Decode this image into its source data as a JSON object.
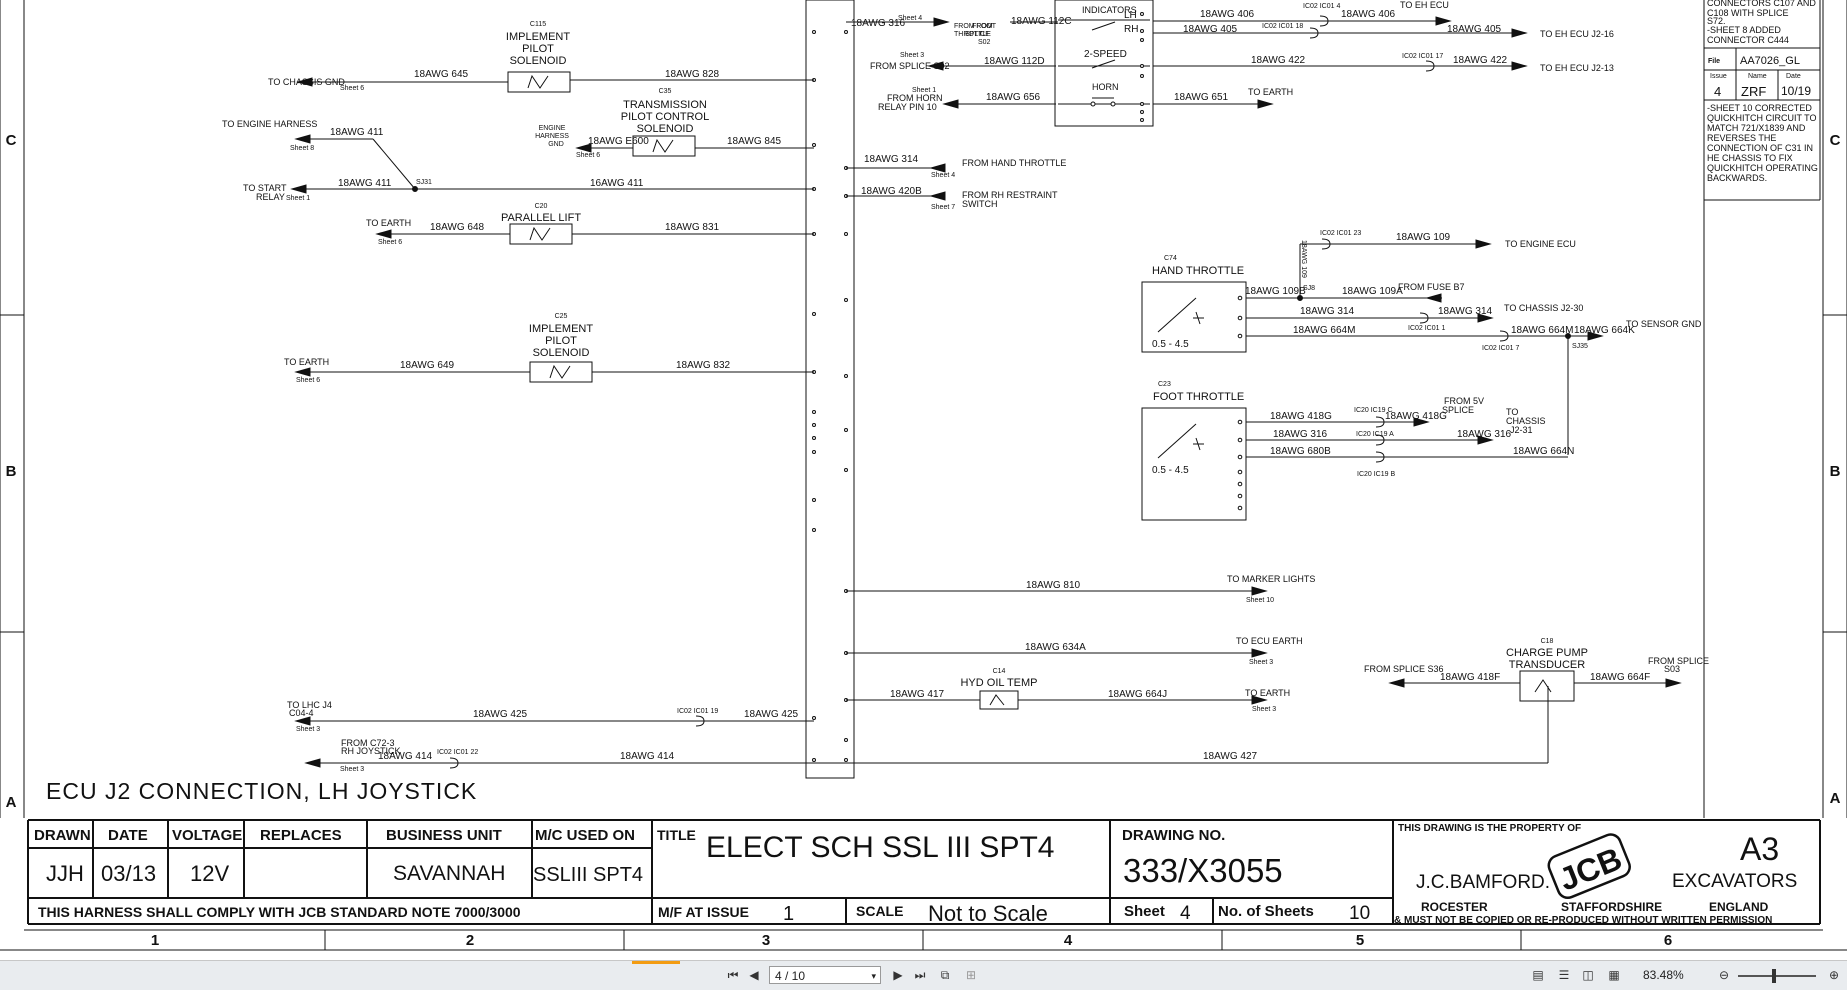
{
  "drawing": {
    "row_markers": [
      "C",
      "B",
      "A"
    ],
    "col_markers": [
      "1",
      "2",
      "3",
      "4",
      "5",
      "6"
    ],
    "section_title": "ECU J2 CONNECTION, LH JOYSTICK"
  },
  "left_components": {
    "c115": {
      "ref": "C115",
      "l1": "IMPLEMENT",
      "l2": "PILOT",
      "l3": "SOLENOID",
      "w1": "18AWG 645",
      "w2": "18AWG 828",
      "dest": "TO CHASSIS GND",
      "sheet": "Sheet 6"
    },
    "c35": {
      "ref": "C35",
      "l1": "TRANSMISSION",
      "l2": "PILOT CONTROL",
      "l3": "SOLENOID",
      "w1": "18AWG E600",
      "w2": "18AWG 845",
      "dest1": "ENGINE",
      "dest2": "HARNESS",
      "dest3": "GND",
      "sheet": "Sheet 6"
    },
    "eng_harness": {
      "dest": "TO ENGINE HARNESS",
      "wire": "18AWG 411",
      "sheet": "Sheet 8"
    },
    "start_relay": {
      "d1": "TO START",
      "d2": "RELAY",
      "w1": "18AWG 411",
      "splice": "SJ31",
      "w2": "16AWG 411",
      "sheet": "Sheet 1"
    },
    "c20": {
      "ref": "C20",
      "name": "PARALLEL LIFT",
      "w1": "18AWG 648",
      "w2": "18AWG 831",
      "dest": "TO EARTH",
      "sheet": "Sheet 6"
    },
    "c25": {
      "ref": "C25",
      "l1": "IMPLEMENT",
      "l2": "PILOT",
      "l3": "SOLENOID",
      "w1": "18AWG 649",
      "w2": "18AWG 832",
      "dest": "TO EARTH",
      "sheet": "Sheet 6"
    },
    "c04": {
      "d1": "TO LHC J4",
      "d2": "C04-4",
      "wire": "18AWG 425",
      "conn": "IC02 IC01 19",
      "w2": "18AWG 425",
      "sheet": "Sheet 3"
    },
    "c72": {
      "d1": "FROM C72-3",
      "d2": "RH JOYSTICK",
      "w1": "18AWG 414",
      "conn": "IC02 IC01 22",
      "w2": "18AWG 414",
      "w3": "18AWG 427",
      "sheet": "Sheet 3"
    }
  },
  "right_wires": {
    "foot_throttle_in": {
      "wire": "18AWG 316",
      "d1": "FROM FOOT",
      "d2": "THROTTLE",
      "from1": "FROM",
      "from2": "SPLICE",
      "from3": "S02",
      "sheet": "Sheet 4"
    },
    "w112c": {
      "wire": "18AWG 112C"
    },
    "w112d": {
      "wire": "18AWG 112D",
      "d1": "FROM SPLICE S02",
      "sheet": "Sheet 3"
    },
    "w656": {
      "wire": "18AWG 656",
      "d1": "FROM HORN",
      "d2": "RELAY PIN 10",
      "sheet": "Sheet 1"
    },
    "hand_throttle_in": {
      "wire": "18AWG 314",
      "dest": "FROM HAND THROTTLE",
      "sheet": "Sheet 4"
    },
    "rh_restraint": {
      "wire": "18AWG 420B",
      "d1": "FROM RH RESTRAINT",
      "d2": "SWITCH",
      "sheet": "Sheet 7"
    },
    "marker": {
      "wire": "18AWG 810",
      "dest": "TO MARKER LIGHTS",
      "sheet": "Sheet 10"
    },
    "ecu_earth": {
      "wire": "18AWG 634A",
      "dest": "TO ECU EARTH",
      "sheet": "Sheet 3"
    },
    "c14": {
      "ref": "C14",
      "name": "HYD OIL TEMP",
      "w1": "18AWG 417",
      "w2": "18AWG 664J",
      "dest": "TO EARTH",
      "sheet": "Sheet 3"
    }
  },
  "switch_block": {
    "indicators": "INDICATORS",
    "lh": "LH",
    "rh": "RH",
    "two_speed": "2-SPEED",
    "horn": "HORN",
    "w406a": "18AWG 406",
    "w405": "18AWG 405",
    "w406b": "18AWG 406",
    "w405b": "18AWG 405",
    "w422a": "18AWG 422",
    "w422b": "18AWG 422",
    "w651": "18AWG 651",
    "conn18": "IC02 IC01 18",
    "conn4": "IC02 IC01 4",
    "conn17": "IC02 IC01 17",
    "to_eh_ecu": "TO EH ECU",
    "to_eh_j216": "TO EH ECU J2-16",
    "to_eh_j213": "TO EH ECU J2-13",
    "to_earth": "TO EARTH"
  },
  "hand_throttle": {
    "ref": "C74",
    "name": "HAND THROTTLE",
    "range": "0.5 - 4.5",
    "w109b": "18AWG 109B",
    "w109v": "18AWG 109",
    "sj8": "SJ8",
    "w109a": "18AWG 109A",
    "w109": "18AWG 109",
    "conn23": "IC02 IC01 23",
    "to_engine_ecu": "TO ENGINE ECU",
    "fuse": "FROM FUSE B7",
    "w314": "18AWG 314",
    "w314b": "18AWG 314",
    "conn1": "IC02 IC01 1",
    "to_chassis": "TO CHASSIS J2-30",
    "w664m": "18AWG 664M",
    "w664m2": "18AWG 664M",
    "w664k": "18AWG 664K",
    "conn7": "IC02 IC01 7",
    "sj35": "SJ35",
    "sensor_gnd": "TO SENSOR GND"
  },
  "foot_throttle": {
    "ref": "C23",
    "name": "FOOT THROTTLE",
    "range": "0.5 - 4.5",
    "w418g": "18AWG 418G",
    "w418g2": "18AWG 418G",
    "conn_c": "IC20 IC19 C",
    "from5v1": "FROM 5V",
    "from5v2": "SPLICE",
    "w316": "18AWG 316",
    "w316b": "18AWG 316",
    "conn_a": "IC20 IC19 A",
    "to1": "TO",
    "to2": "CHASSIS",
    "to3": "J2-31",
    "w680b": "18AWG 680B",
    "conn_b": "IC20 IC19 B",
    "w664n": "18AWG 664N"
  },
  "charge_pump": {
    "ref": "C18",
    "l1": "CHARGE PUMP",
    "l2": "TRANSDUCER",
    "w418f": "18AWG 418F",
    "w664f": "18AWG 664F",
    "from_s36": "FROM SPLICE S36",
    "from_s03a": "FROM SPLICE",
    "from_s03b": "S03"
  },
  "revision": {
    "line1": "CONNECTORS C107 AND",
    "line2": "C108 WITH SPLICE",
    "line3": "S72.",
    "line4": "-SHEET 8 ADDED",
    "line5": "CONNECTOR C444",
    "file_label": "File",
    "file_value": "AA7026_GL",
    "issue_label": "Issue",
    "name_label": "Name",
    "date_label": "Date",
    "issue": "4",
    "name": "ZRF",
    "date": "10/19",
    "note": [
      "-SHEET 10 CORRECTED",
      "QUICKHITCH CIRCUIT TO",
      "MATCH 721/X1839 AND",
      "REVERSES THE",
      "CONNECTION OF C31 IN",
      "HE CHASSIS TO FIX",
      "QUICKHITCH OPERATING",
      "BACKWARDS."
    ]
  },
  "title_block": {
    "drawn_label": "DRAWN",
    "drawn": "JJH",
    "date_label": "DATE",
    "date": "03/13",
    "voltage_label": "VOLTAGE",
    "voltage": "12V",
    "replaces_label": "REPLACES",
    "replaces": "",
    "bu_label": "BUSINESS UNIT",
    "bu": "SAVANNAH",
    "mc_label": "M/C USED ON",
    "mc": "SSLIII SPT4",
    "harness_note": "THIS HARNESS SHALL COMPLY WITH JCB STANDARD NOTE 7000/3000",
    "title_label": "TITLE",
    "title": "ELECT SCH SSL III SPT4",
    "mf_label": "M/F AT ISSUE",
    "mf": "1",
    "scale_label": "SCALE",
    "scale": "Not to Scale",
    "drawing_no_label": "DRAWING NO.",
    "drawing_no": "333/X3055",
    "sheet_label": "Sheet",
    "sheet": "4",
    "sheets_label": "No. of Sheets",
    "sheets": "10",
    "property": "THIS DRAWING IS THE PROPERTY OF",
    "company": "J.C.BAMFORD.",
    "logo": "JCB",
    "size": "A3",
    "division": "EXCAVATORS",
    "town": "ROCESTER",
    "county": "STAFFORDSHIRE",
    "country": "ENGLAND",
    "copy_notice": "& MUST NOT BE COPIED OR RE-PRODUCED WITHOUT WRITTEN PERMISSION"
  },
  "viewer": {
    "page_field": "4 / 10",
    "zoom": "83.48%",
    "icons": [
      "first-page-icon",
      "prev-page-icon",
      "next-page-icon",
      "last-page-icon",
      "single-page-icon",
      "continuous-icon",
      "facing-icon",
      "fit-icon",
      "zoom-out-icon",
      "zoom-in-icon"
    ]
  }
}
